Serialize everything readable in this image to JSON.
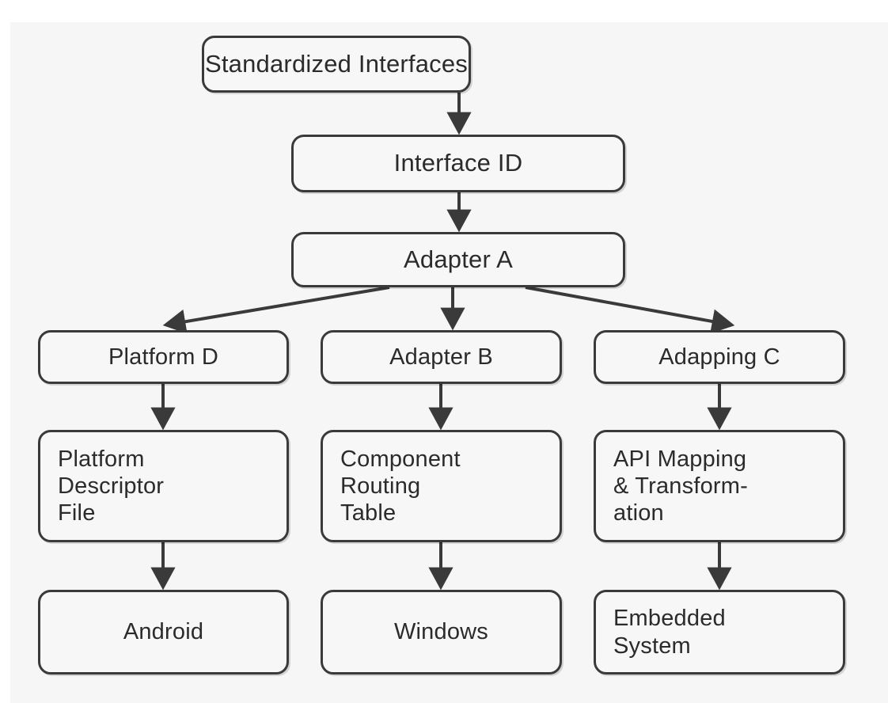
{
  "diagram": {
    "title": "Standardized Interfaces adapter architecture flowchart",
    "type": "flowchart",
    "background_color": "#f6f6f6",
    "page_color": "#ffffff",
    "node_fill_color": "#f7f7f7",
    "node_border_color": "#3a3a3a",
    "text_color": "#2b2b2b",
    "connector_color": "#3a3a3a",
    "nodes": {
      "standardized_interfaces": "Standardized Interfaces",
      "interface_id": "Interface ID",
      "adapter_a": "Adapter A",
      "platform_d": "Platform D",
      "adapter_b": "Adapter B",
      "adapping_c": "Adapping C",
      "platform_descriptor_file": "Platform\nDescriptor\nFile",
      "component_routing_table": "Component\nRouting\nTable",
      "api_mapping_transformation": "API Mapping\n& Transform-\nation",
      "android": "Android",
      "windows": "Windows",
      "embedded_system": "Embedded\nSystem"
    },
    "edges": [
      {
        "from": "standardized_interfaces",
        "to": "interface_id",
        "style": "straight-arrow-down"
      },
      {
        "from": "interface_id",
        "to": "adapter_a",
        "style": "straight-arrow-down"
      },
      {
        "from": "adapter_a",
        "to": "platform_d",
        "style": "diagonal-arrow-down-left"
      },
      {
        "from": "adapter_a",
        "to": "adapter_b",
        "style": "straight-arrow-down"
      },
      {
        "from": "adapter_a",
        "to": "adapping_c",
        "style": "diagonal-arrow-down-right"
      },
      {
        "from": "platform_d",
        "to": "platform_descriptor_file",
        "style": "straight-arrow-down"
      },
      {
        "from": "adapter_b",
        "to": "component_routing_table",
        "style": "straight-arrow-down"
      },
      {
        "from": "adapping_c",
        "to": "api_mapping_transformation",
        "style": "straight-arrow-down"
      },
      {
        "from": "platform_descriptor_file",
        "to": "android",
        "style": "straight-arrow-down"
      },
      {
        "from": "component_routing_table",
        "to": "windows",
        "style": "straight-arrow-down"
      },
      {
        "from": "api_mapping_transformation",
        "to": "embedded_system",
        "style": "straight-arrow-down"
      }
    ]
  }
}
